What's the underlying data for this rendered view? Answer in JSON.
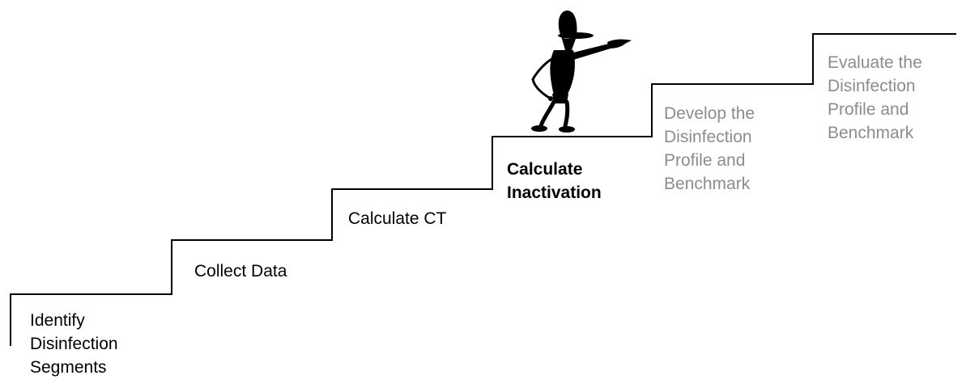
{
  "steps": [
    {
      "lines": [
        "Identify",
        "Disinfection",
        "Segments"
      ],
      "state": "done"
    },
    {
      "lines": [
        "Collect Data"
      ],
      "state": "done"
    },
    {
      "lines": [
        "Calculate CT"
      ],
      "state": "done"
    },
    {
      "lines": [
        "Calculate",
        "Inactivation"
      ],
      "state": "current"
    },
    {
      "lines": [
        "Develop the",
        "Disinfection",
        "Profile and",
        "Benchmark"
      ],
      "state": "future"
    },
    {
      "lines": [
        "Evaluate the",
        "Disinfection",
        "Profile and",
        "Benchmark"
      ],
      "state": "future"
    }
  ],
  "colors": {
    "stair_line": "#000000",
    "done_text": "#000000",
    "current_text": "#000000",
    "future_text": "#8c8c8c"
  },
  "figure_icon": "pointing-stick-figure-icon"
}
